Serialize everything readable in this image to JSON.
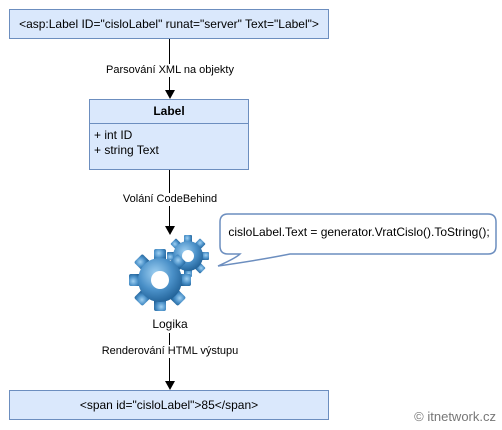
{
  "nodes": {
    "source": "<asp:Label ID=\"cisloLabel\" runat=\"server\" Text=\"Label\">",
    "class_title": "Label",
    "class_members": [
      "+ int ID",
      "+ string Text"
    ],
    "logic": "Logika",
    "output": "<span id=\"cisloLabel\">85</span>"
  },
  "edges": {
    "parse": "Parsování XML na objekty",
    "codebehind": "Volání CodeBehind",
    "render": "Renderování HTML výstupu"
  },
  "callout": "cisloLabel.Text = generator.VratCislo().ToString();",
  "watermark": "© itnetwork.cz",
  "colors": {
    "box_fill": "#dae8fc",
    "box_border": "#6c8ebf",
    "gear_fill": "#4a90c8"
  },
  "icons": [
    "gears-icon"
  ]
}
